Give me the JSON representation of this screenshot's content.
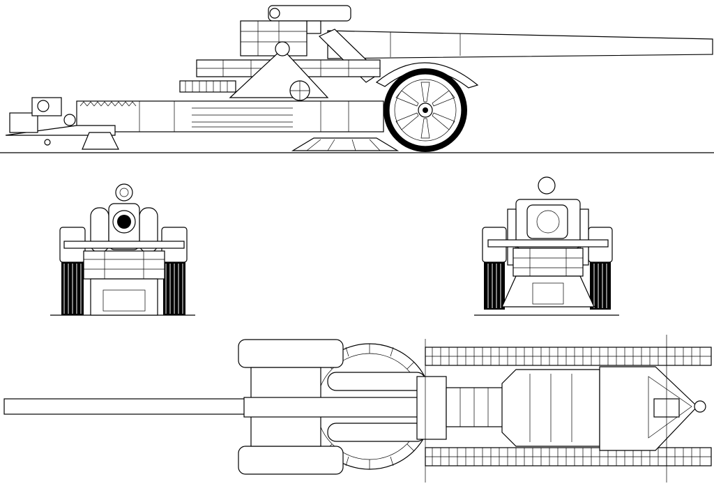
{
  "drawing": {
    "views": [
      {
        "id": "side-elevation"
      },
      {
        "id": "front-elevation"
      },
      {
        "id": "rear-elevation"
      },
      {
        "id": "top-plan"
      }
    ],
    "stroke_color": "#000000",
    "background_color": "#ffffff"
  }
}
